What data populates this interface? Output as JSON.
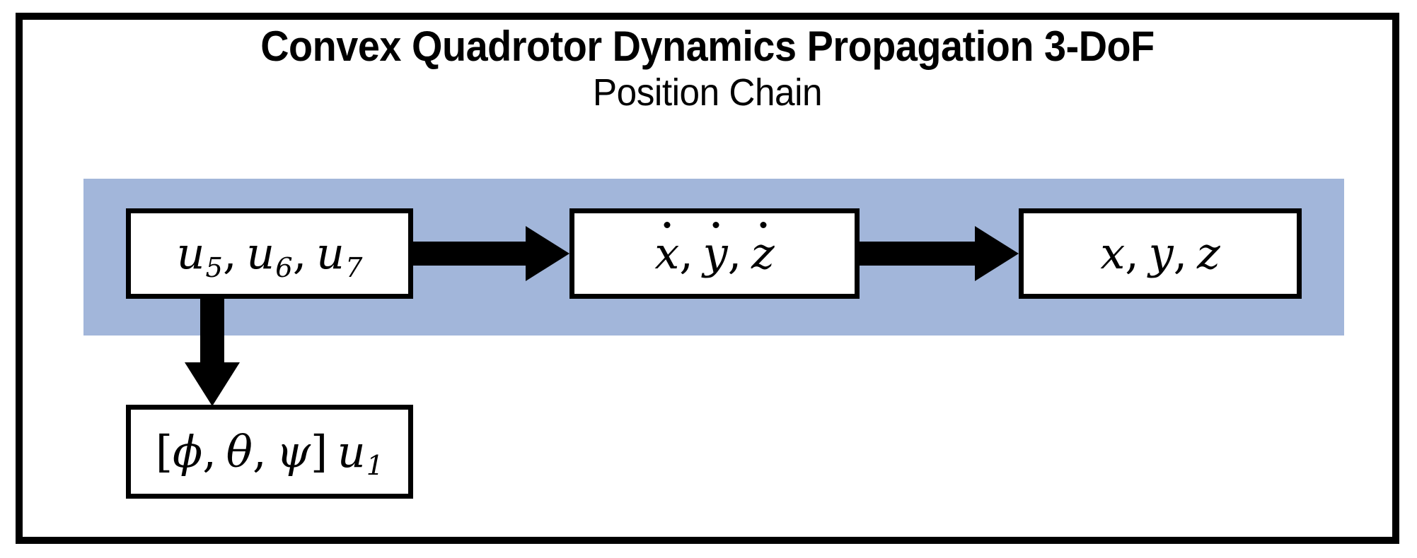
{
  "figure": {
    "title": "Convex Quadrotor Dynamics Propagation 3-DoF",
    "subtitle": "Position Chain",
    "frame_color": "#000000",
    "background_color": "#ffffff",
    "highlight_band_color": "#a2b6da"
  },
  "nodes": {
    "controls": {
      "id": "controls",
      "label": "u5, u6, u7",
      "base": "u",
      "subscripts": [
        "5",
        "6",
        "7"
      ],
      "separator": ", ",
      "row": "position-chain",
      "highlighted": true
    },
    "velocity": {
      "id": "velocity",
      "label": "ẋ, ẏ, ż",
      "variables": [
        "x",
        "y",
        "z"
      ],
      "notation": "dot",
      "separator": ", ",
      "row": "position-chain",
      "highlighted": true
    },
    "position": {
      "id": "position",
      "label": "x, y, z",
      "variables": [
        "x",
        "y",
        "z"
      ],
      "notation": "plain",
      "separator": ", ",
      "row": "position-chain",
      "highlighted": true
    },
    "attitude": {
      "id": "attitude",
      "label": "[ϕ, θ, ψ] u1",
      "bracket_open": "[",
      "bracket_close": "]",
      "angles": [
        "ϕ",
        "θ",
        "ψ"
      ],
      "trailing_base": "u",
      "trailing_subscript": "1",
      "separator": ", ",
      "row": "attitude-branch",
      "highlighted": false
    }
  },
  "edges": [
    {
      "id": "controls-to-velocity",
      "from": "controls",
      "to": "velocity",
      "direction": "right",
      "style": "solid-block-arrow"
    },
    {
      "id": "velocity-to-position",
      "from": "velocity",
      "to": "position",
      "direction": "right",
      "style": "solid-block-arrow"
    },
    {
      "id": "controls-to-attitude",
      "from": "controls",
      "to": "attitude",
      "direction": "down",
      "style": "solid-block-arrow"
    }
  ],
  "bands": [
    {
      "id": "position-chain-band",
      "label": "Position Chain",
      "color": "#a2b6da",
      "contains": [
        "controls",
        "velocity",
        "position"
      ]
    }
  ]
}
